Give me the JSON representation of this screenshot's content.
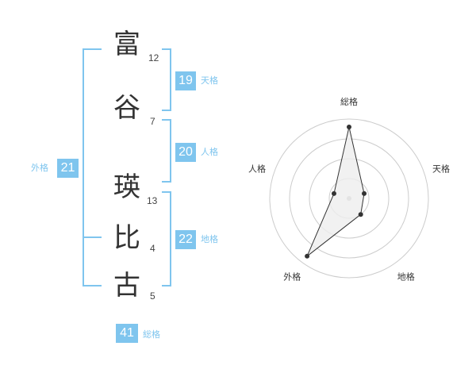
{
  "name": {
    "characters": [
      {
        "char": "富",
        "strokes": "12"
      },
      {
        "char": "谷",
        "strokes": "7"
      },
      {
        "char": "瑛",
        "strokes": "13"
      },
      {
        "char": "比",
        "strokes": "4"
      },
      {
        "char": "古",
        "strokes": "5"
      }
    ]
  },
  "fortune": {
    "tenkaku": {
      "value": "19",
      "label": "天格"
    },
    "jinkaku": {
      "value": "20",
      "label": "人格"
    },
    "chikaku": {
      "value": "22",
      "label": "地格"
    },
    "gaikaku": {
      "value": "21",
      "label": "外格"
    },
    "soukaku": {
      "value": "41",
      "label": "総格"
    }
  },
  "chart_data": {
    "type": "radar",
    "axes": [
      "総格",
      "天格",
      "地格",
      "外格",
      "人格"
    ],
    "values": [
      0.9,
      0.2,
      0.25,
      0.9,
      0.2
    ],
    "range": [
      0,
      1
    ],
    "rings": 4,
    "colors": {
      "fill": "#eeeeee",
      "line": "#333333",
      "point": "#333333",
      "grid": "#cccccc",
      "center": "#bbbbbb"
    }
  }
}
